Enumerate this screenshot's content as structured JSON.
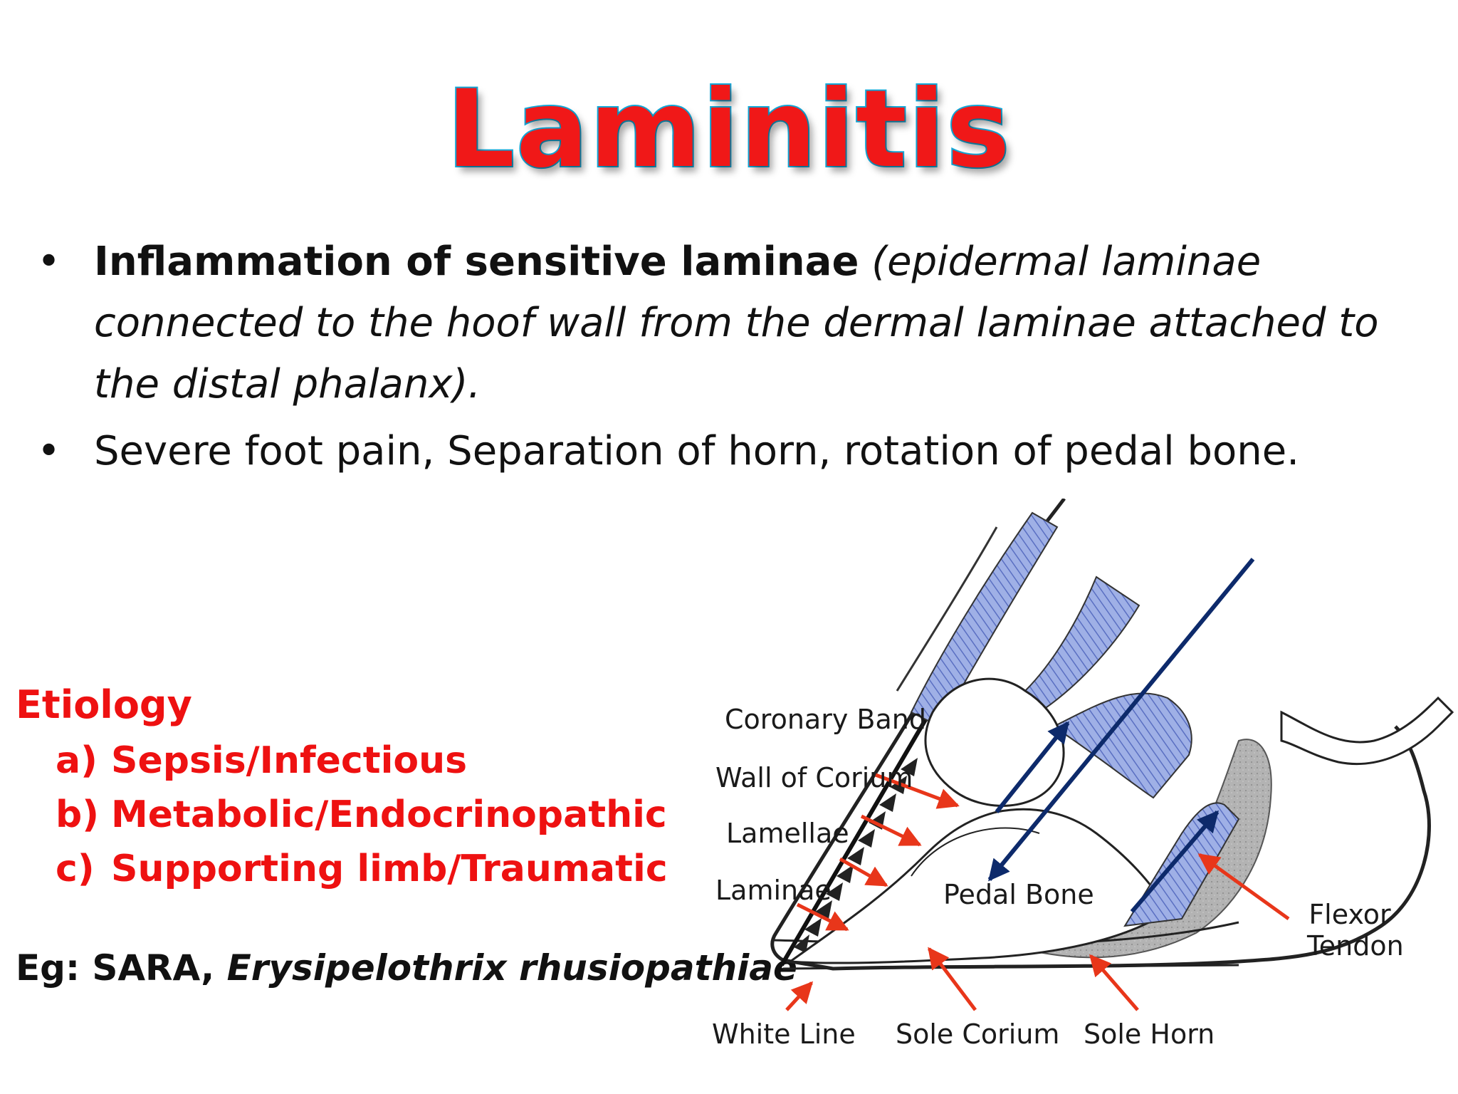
{
  "title": "Laminitis",
  "bullets": {
    "b1_bold": "Inflammation of sensitive laminae",
    "b1_italic": "(epidermal laminae connected to the hoof wall from the dermal laminae attached to the distal phalanx).",
    "b2": "Severe foot pain, Separation of horn, rotation of pedal bone."
  },
  "etiology": {
    "heading": "Etiology",
    "items": [
      {
        "letter": "a)",
        "text": "Sepsis/Infectious"
      },
      {
        "letter": "b)",
        "text": "Metabolic/Endocrinopathic"
      },
      {
        "letter": "c)",
        "text": "Supporting limb/Traumatic"
      }
    ]
  },
  "example": {
    "prefix": "Eg: SARA, ",
    "italic": "Erysipelothrix rhusiopathiae"
  },
  "diagram": {
    "labels": {
      "coronary_band": "Coronary Band",
      "wall_of_corium": "Wall of Corium",
      "lamellae": "Lamellae",
      "laminae": "Laminae",
      "pedal_bone": "Pedal Bone",
      "flexor_tendon_1": "Flexor",
      "flexor_tendon_2": "Tendon",
      "white_line": "White Line",
      "sole_corium": "Sole Corium",
      "sole_horn": "Sole Horn"
    },
    "colors": {
      "arrow": "#e8361a",
      "tendon": "#7f93d6",
      "axis": "#0d2a6b",
      "grey": "#a9a9a9"
    }
  }
}
